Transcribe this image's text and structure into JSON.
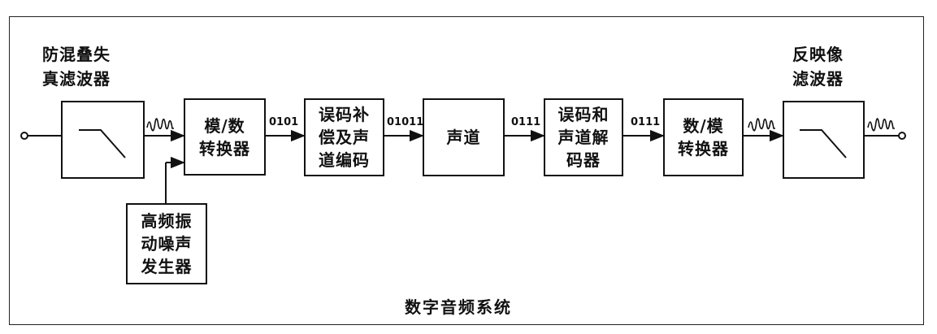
{
  "caption": "数字音频系统",
  "labels": {
    "antialias": "防混叠失\n真滤波器",
    "reconstruct": "反映像\n滤波器"
  },
  "blocks": {
    "adc": "模/数\n转换器",
    "encoder": "误码补\n偿及声\n道编码",
    "channel": "声道",
    "decoder": "误码和\n声道解\n码器",
    "dac": "数/模\n转换器",
    "noise": "高频振\n动噪声\n发生器"
  },
  "bitstreams": {
    "b1": "0101",
    "b2": "01011",
    "b3": "0111",
    "b4": "0111"
  }
}
